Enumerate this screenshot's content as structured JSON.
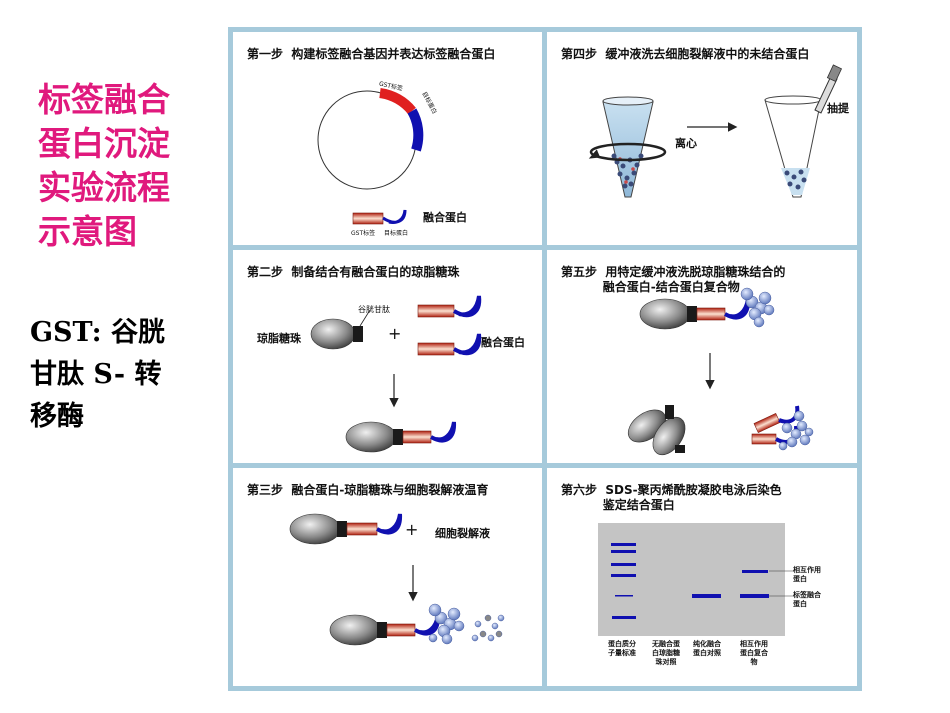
{
  "side": {
    "title_lines": [
      "标签融合",
      "蛋白沉淀",
      "实验流程",
      "示意图"
    ],
    "gst_lines": [
      "GST: 谷胱",
      "甘肽 S- 转",
      "移酶"
    ]
  },
  "steps": {
    "s1": {
      "title": "第一步  构建标签融合基因并表达标签融合蛋白",
      "gst_tag": "GST标签",
      "target_protein": "目标蛋白",
      "fusion_label": "融合蛋白",
      "small_gst": "GST标签",
      "small_target": "目标蛋白"
    },
    "s2": {
      "title": "第二步  制备结合有融合蛋白的琼脂糖珠",
      "glutathione": "谷胱甘肽",
      "beads": "琼脂糖珠",
      "plus": "+",
      "fusion_label": "融合蛋白"
    },
    "s3": {
      "title": "第三步  融合蛋白-琼脂糖珠与细胞裂解液温育",
      "plus": "+",
      "lysate": "细胞裂解液"
    },
    "s4": {
      "title": "第四步  缓冲液洗去细胞裂解液中的未结合蛋白",
      "centrifuge": "离心",
      "extract": "抽提"
    },
    "s5": {
      "title": "第五步  用特定缓冲液洗脱琼脂糖珠结合的\n          融合蛋白-结合蛋白复合物"
    },
    "s6": {
      "title": "第六步  SDS-聚丙烯酰胺凝胶电泳后染色\n          鉴定结合蛋白",
      "band_interacting": "相互作用\n蛋白",
      "band_fusion": "标签融合\n蛋白",
      "lanes": [
        "蛋白质分\n子量标准",
        "无融合蛋\n白琼脂糖\n珠对照",
        "纯化融合\n蛋白对照",
        "相互作用\n蛋白复合\n物"
      ]
    }
  },
  "colors": {
    "title": "#e0197d",
    "frame": "#a6cadb",
    "blue": "#1010b0",
    "red": "#e02020",
    "gel": "#c4c4c4"
  }
}
